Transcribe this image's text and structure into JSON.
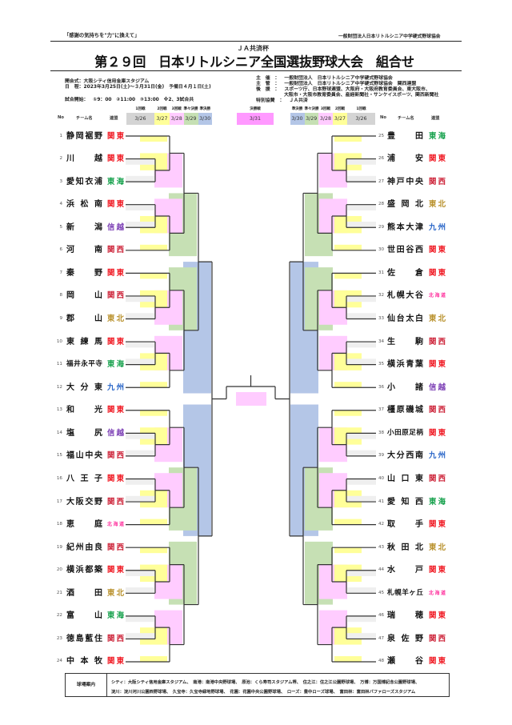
{
  "header": {
    "slogan": "「感謝の気持ちを\"力\"に換えて」",
    "association": "一般財団法人日本リトルシニア中学硬式野球協会",
    "cup_name": "ＪＡ共済杯",
    "title": "第２９回　日本リトルシニア全国選抜野球大会　組合せ"
  },
  "info_left": [
    "開会式：大阪シティ信用金庫スタジアム",
    "日　程：2023年3月25日(土)～３月31日(金)　予備日４月１日(土)",
    "試合開始：　①9：00　②11:00　③13:00　※2、3試合共"
  ],
  "info_right": [
    "主　催　：　一般財団法人　日本リトルシニア中学硬式野球協会",
    "主　管　：　一般財団法人　日本リトルシニア中学硬式野球協会　関西連盟",
    "後　援　：　スポーツ庁、日本野球連盟、大阪府・大阪府教育委員会、東大阪市、",
    "大阪市・大阪市教育委員会、産経新聞社・サンケイスポーツ、関西新聞社",
    "特別協賛　：　ＪＡ共済"
  ],
  "columns": {
    "no": "No",
    "team": "チーム名",
    "league": "連盟"
  },
  "rounds": [
    {
      "label": "1回戦",
      "date": "3/26",
      "color": "#d4d4d4",
      "shade": "#efefef"
    },
    {
      "label": "2回戦",
      "date": "3/27",
      "color": "#ffff99",
      "shade": "#ffff99"
    },
    {
      "label": "3回戦",
      "date": "3/28",
      "color": "#ffccff",
      "shade": "#ffccff"
    },
    {
      "label": "準々決勝",
      "date": "3/29",
      "color": "#c6e0b4",
      "shade": "#c6e0b4"
    },
    {
      "label": "準決勝",
      "date": "3/30",
      "color": "#b4c6e7",
      "shade": "#b4c6e7"
    }
  ],
  "final": {
    "label": "決勝戦",
    "date": "3/31",
    "color": "#ff99ff",
    "shade": "#ffccff"
  },
  "league_colors": {
    "関東": "#f0141e",
    "関西": "#cc1f35",
    "東海": "#13a04a",
    "信越": "#7a3cb4",
    "東北": "#b8902a",
    "九州": "#2a66c8",
    "北海道": "#ff2a9a"
  },
  "teams_left": [
    {
      "no": "1",
      "name": "静岡裾野",
      "league": "関東"
    },
    {
      "no": "2",
      "name": "川越",
      "league": "関東"
    },
    {
      "no": "3",
      "name": "愛知衣浦",
      "league": "東海"
    },
    {
      "no": "4",
      "name": "浜松南",
      "league": "関東"
    },
    {
      "no": "5",
      "name": "新潟",
      "league": "信越"
    },
    {
      "no": "6",
      "name": "河南",
      "league": "関西"
    },
    {
      "no": "7",
      "name": "秦野",
      "league": "関東"
    },
    {
      "no": "8",
      "name": "岡山",
      "league": "関西"
    },
    {
      "no": "9",
      "name": "郡山",
      "league": "東北"
    },
    {
      "no": "10",
      "name": "東練馬",
      "league": "関東"
    },
    {
      "no": "11",
      "name": "福井永平寺",
      "league": "東海"
    },
    {
      "no": "12",
      "name": "大分東",
      "league": "九州"
    },
    {
      "no": "13",
      "name": "和光",
      "league": "関東"
    },
    {
      "no": "14",
      "name": "塩尻",
      "league": "信越"
    },
    {
      "no": "15",
      "name": "福山中央",
      "league": "関西"
    },
    {
      "no": "16",
      "name": "八王子",
      "league": "関東"
    },
    {
      "no": "17",
      "name": "大阪交野",
      "league": "関西"
    },
    {
      "no": "18",
      "name": "恵庭",
      "league": "北海道"
    },
    {
      "no": "19",
      "name": "紀州由良",
      "league": "関西"
    },
    {
      "no": "20",
      "name": "横浜都築",
      "league": "関東"
    },
    {
      "no": "21",
      "name": "酒田",
      "league": "東北"
    },
    {
      "no": "22",
      "name": "富山",
      "league": "東海"
    },
    {
      "no": "23",
      "name": "徳島藍住",
      "league": "関西"
    },
    {
      "no": "24",
      "name": "中本牧",
      "league": "関東"
    }
  ],
  "teams_right": [
    {
      "no": "25",
      "name": "豊田",
      "league": "東海"
    },
    {
      "no": "26",
      "name": "浦安",
      "league": "関東"
    },
    {
      "no": "27",
      "name": "神戸中央",
      "league": "関西"
    },
    {
      "no": "28",
      "name": "盛岡北",
      "league": "東北"
    },
    {
      "no": "29",
      "name": "熊本大津",
      "league": "九州"
    },
    {
      "no": "30",
      "name": "世田谷西",
      "league": "関東"
    },
    {
      "no": "31",
      "name": "佐倉",
      "league": "関東"
    },
    {
      "no": "32",
      "name": "札幌大谷",
      "league": "北海道"
    },
    {
      "no": "33",
      "name": "仙台太白",
      "league": "東北"
    },
    {
      "no": "34",
      "name": "生駒",
      "league": "関西"
    },
    {
      "no": "35",
      "name": "横浜青葉",
      "league": "関東"
    },
    {
      "no": "36",
      "name": "小諸",
      "league": "信越"
    },
    {
      "no": "37",
      "name": "橿原磯城",
      "league": "関西"
    },
    {
      "no": "38",
      "name": "小田原足柄",
      "league": "関東"
    },
    {
      "no": "39",
      "name": "大分西南",
      "league": "九州"
    },
    {
      "no": "40",
      "name": "山口東",
      "league": "関西"
    },
    {
      "no": "41",
      "name": "愛知西",
      "league": "東海"
    },
    {
      "no": "42",
      "name": "取手",
      "league": "関東"
    },
    {
      "no": "43",
      "name": "秋田北",
      "league": "東北"
    },
    {
      "no": "44",
      "name": "水戸",
      "league": "関東"
    },
    {
      "no": "45",
      "name": "札幌羊ヶ丘",
      "league": "北海道"
    },
    {
      "no": "46",
      "name": "瑞穂",
      "league": "関東"
    },
    {
      "no": "47",
      "name": "泉佐野",
      "league": "関西"
    },
    {
      "no": "48",
      "name": "瀬谷",
      "league": "関東"
    }
  ],
  "venue_guide": {
    "label": "球場案内",
    "lines": [
      "シティ：大阪シティ信用金庫スタジアム、　南港：南港中央野球場、　原池：くら寿司スタジアム堺、　住之江：住之江公園野球場、　万博：万国博記念公園野球場、",
      "淀川：淀川河川公園西野球場、　久宝寺：久宝寺緑地野球場、　花園：花園中央公園野球場、　ローズ：豊中ローズ球場、　富田林：富田林バファローズスタジアム"
    ]
  }
}
